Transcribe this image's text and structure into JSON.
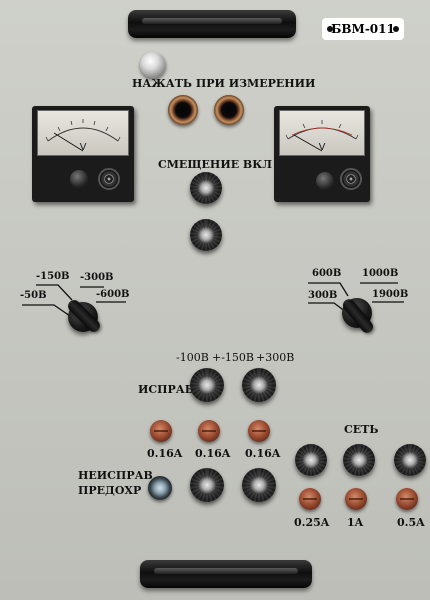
{
  "panel": {
    "model_badge": "БВМ-011",
    "measure_button_label": "НАЖАТЬ ПРИ ИЗМЕРЕНИИ",
    "bias_label": "СМЕЩЕНИЕ ВКЛ",
    "meter_left": {
      "unit": "V"
    },
    "meter_right": {
      "unit": "V"
    },
    "left_range_selector": {
      "options": [
        "-50В",
        "-150В",
        "-300В",
        "-600В"
      ]
    },
    "right_range_selector": {
      "options": [
        "300В",
        "600В",
        "1000В",
        "1900В"
      ]
    },
    "fuse_voltage_labels": [
      "-100В",
      "+-150В",
      "+300В"
    ],
    "ok_label": "ИСПРАВ",
    "fault_label_line1": "НЕИСПРАВ",
    "fault_label_line2": "ПРЕДОХР",
    "fuse_ratings_left": [
      "0.16A",
      "0.16A",
      "0.16A"
    ],
    "network_label": "СЕТЬ",
    "network_fuse_ratings": [
      "0.25A",
      "1A",
      "0.5A"
    ]
  },
  "colors": {
    "panel": "#c6c7c1",
    "knob": "#111111",
    "fuse_cap": "#a55437",
    "badge_bg": "#ffffff"
  },
  "icons": {
    "handle": "carry-handle-icon",
    "knob": "rotary-knob-icon",
    "fuse": "fuse-holder-icon",
    "lamp": "indicator-lamp-icon"
  }
}
